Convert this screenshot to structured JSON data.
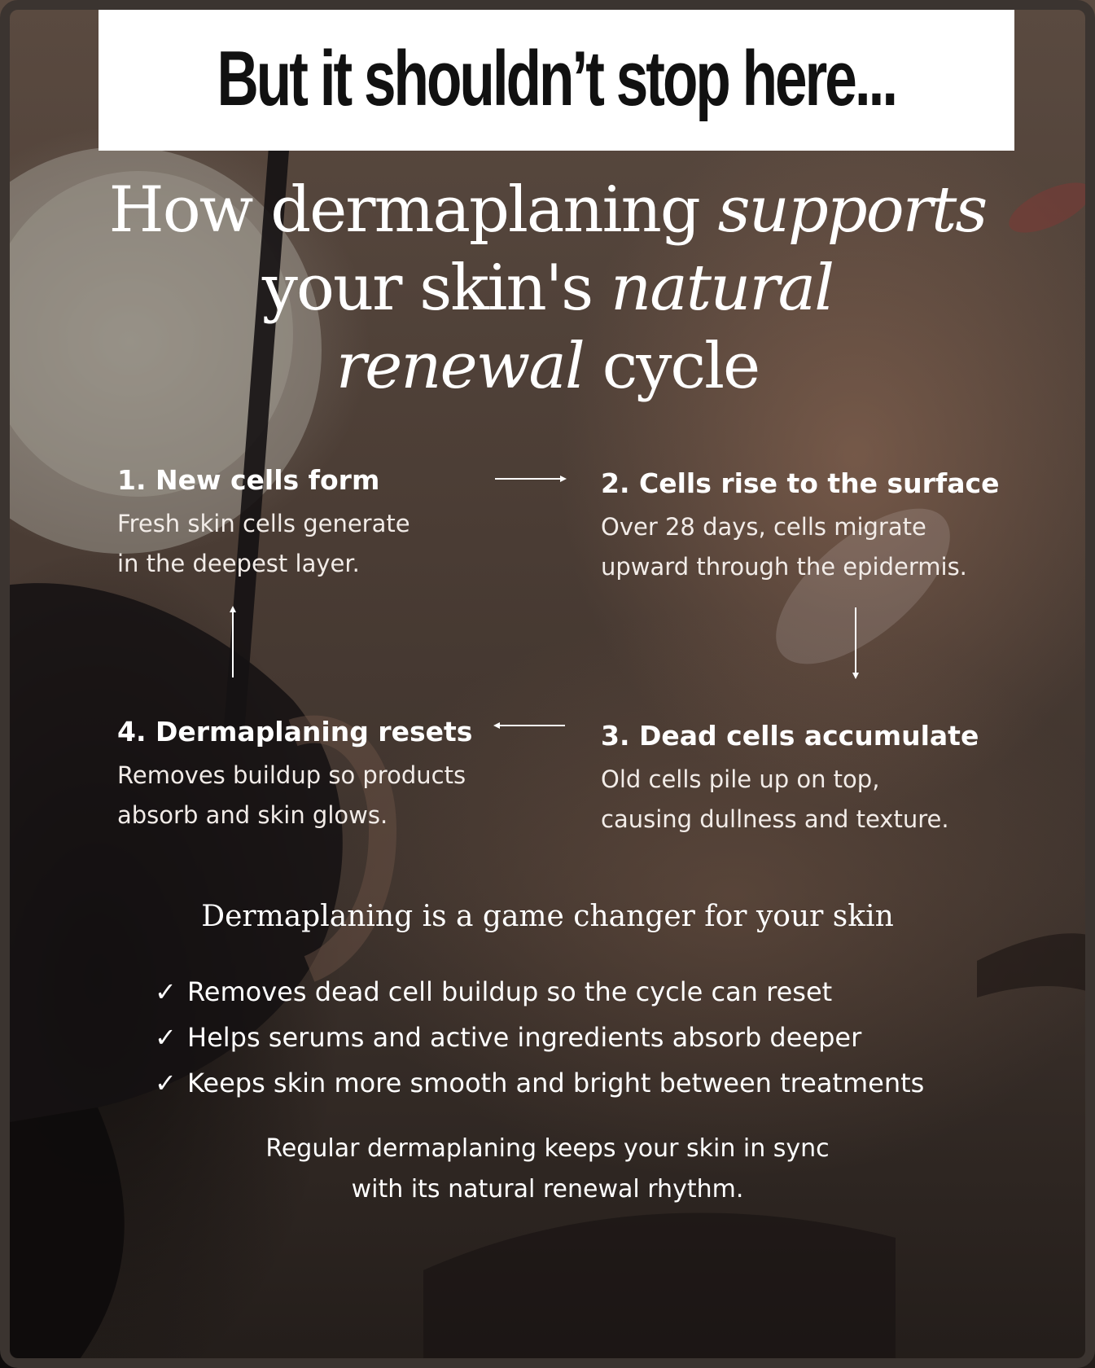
{
  "headline": "But it shouldn’t stop here...",
  "title": {
    "line1_plain": "How dermaplaning ",
    "line1_italic": "supports",
    "line2_plain": "your skin's ",
    "line2_italic": "natural",
    "line3_italic": "renewal",
    "line3_plain": " cycle"
  },
  "steps": [
    {
      "title": "1. New cells form",
      "desc_line1": "Fresh skin cells generate",
      "desc_line2": "in the deepest layer."
    },
    {
      "title": "2. Cells rise to the surface",
      "desc_line1": "Over 28 days, cells migrate",
      "desc_line2": "upward through the epidermis."
    },
    {
      "title": "3. Dead cells accumulate",
      "desc_line1": "Old cells pile up on top,",
      "desc_line2": "causing dullness and texture."
    },
    {
      "title": "4. Dermaplaning resets",
      "desc_line1": "Removes buildup so products",
      "desc_line2": "absorb and skin glows."
    }
  ],
  "subhead": "Dermaplaning is a game changer for your skin",
  "benefits": [
    {
      "check": "✓",
      "text": "Removes dead cell buildup so the cycle can reset"
    },
    {
      "check": "✓",
      "text": "Helps serums and active ingredients absorb deeper"
    },
    {
      "check": "✓",
      "text": "Keeps skin more smooth and bright between treatments"
    }
  ],
  "closing": {
    "line1": "Regular dermaplaning keeps your skin in sync",
    "line2": "with its natural renewal rhythm."
  }
}
